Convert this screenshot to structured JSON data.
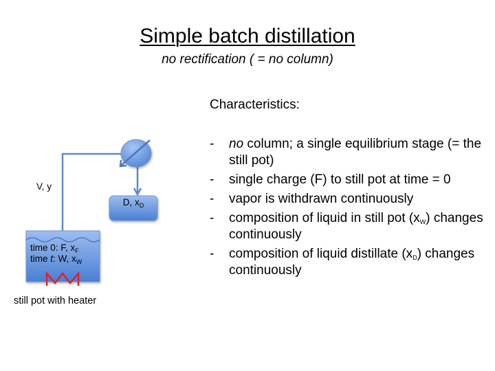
{
  "slide": {
    "title": "Simple batch distillation",
    "subtitle": "no rectification ( = no column)"
  },
  "diagram": {
    "vapor_label": "V, y",
    "distillate_box": {
      "main": "D, x",
      "sub": "D"
    },
    "still_pot": {
      "line1_prefix": "time 0: F, x",
      "line1_sub": "F",
      "line2_prefix": "time ",
      "line2_italic": "t",
      "line2_rest": ": W, x",
      "line2_sub": "W",
      "caption": "still pot with heater"
    },
    "colors": {
      "box_fill_top": "#8fb3ea",
      "box_fill_bottom": "#4a7fd4",
      "line": "#5b8ad0",
      "heater": "#e0202a"
    }
  },
  "characteristics": {
    "heading": "Characteristics:",
    "bullets": [
      {
        "dash": "-",
        "italic": "no",
        "text": " column; a single equilibrium stage (= the still pot)"
      },
      {
        "dash": "-",
        "text": "single charge (F) to still pot at time = 0"
      },
      {
        "dash": "-",
        "text": "vapor is withdrawn continuously"
      },
      {
        "dash": "-",
        "text_before": "composition of liquid in still pot (x",
        "sub": "W",
        "text_after": ") changes continuously"
      },
      {
        "dash": "-",
        "text_before": "composition of liquid distillate (x",
        "sub": "D",
        "text_after": ") changes continuously"
      }
    ]
  }
}
